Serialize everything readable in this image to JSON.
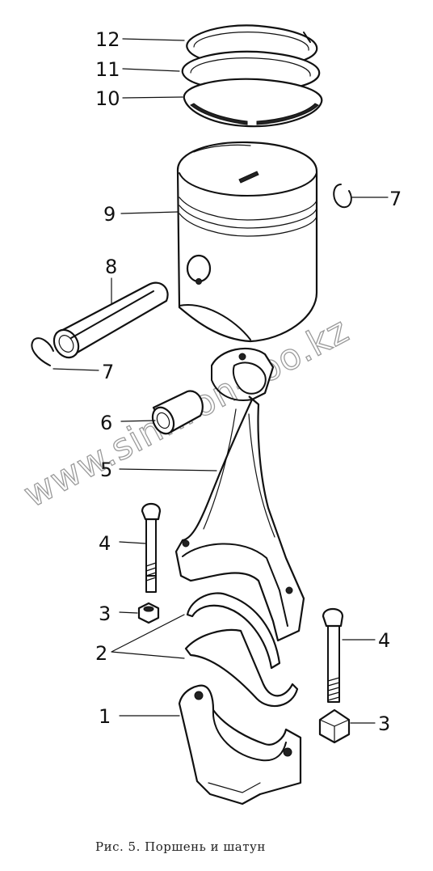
{
  "caption": "Рис. 5. Поршень и шатун",
  "watermark": "www.sinhron-too.kz",
  "callouts": {
    "ring_top": "12",
    "ring_middle": "11",
    "ring_bottom": "10",
    "piston": "9",
    "piston_pin": "8",
    "circlip_right": "7",
    "circlip_left": "7",
    "bushing": "6",
    "connecting_rod": "5",
    "bolt_left": "4",
    "bolt_right": "4",
    "nut_left": "3",
    "nut_right": "3",
    "bearing_shells": "2",
    "rod_cap": "1"
  }
}
